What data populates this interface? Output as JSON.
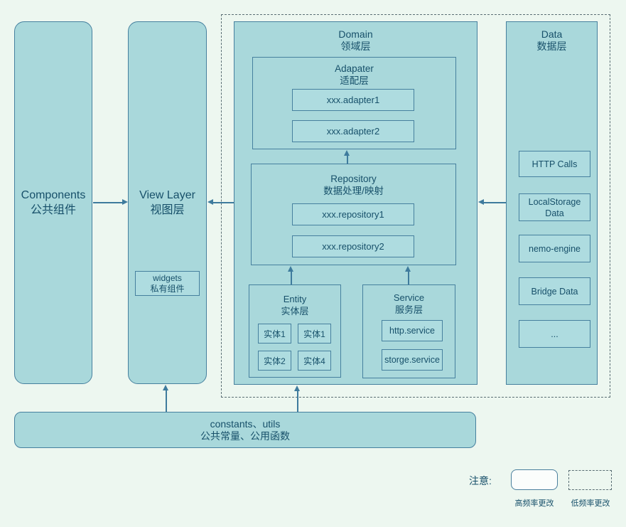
{
  "colors": {
    "background": "#edf7f0",
    "box_fill": "#a9d8db",
    "leaf_fill": "#aedce0",
    "border": "#46809e",
    "arrow": "#3e7b9d",
    "text": "#17506a",
    "dashed_border": "#5a6e74",
    "legend_solid_fill": "#fbfdfc"
  },
  "components": {
    "title": "Components",
    "subtitle": "公共组件"
  },
  "view_layer": {
    "title": "View Layer",
    "subtitle": "视图层",
    "widgets": {
      "title": "widgets",
      "subtitle": "私有组件"
    }
  },
  "domain": {
    "title": "Domain",
    "subtitle": "领域层",
    "adapater": {
      "title": "Adapater",
      "subtitle": "适配层",
      "items": [
        "xxx.adapter1",
        "xxx.adapter2"
      ]
    },
    "repository": {
      "title": "Repository",
      "subtitle": "数据处理/映射",
      "items": [
        "xxx.repository1",
        "xxx.repository2"
      ]
    },
    "entity": {
      "title": "Entity",
      "subtitle": "实体层",
      "items": [
        "实体1",
        "实体1",
        "实体2",
        "实体4"
      ]
    },
    "service": {
      "title": "Service",
      "subtitle": "服务层",
      "items": [
        "http.service",
        "storge.service"
      ]
    }
  },
  "data_layer": {
    "title": "Data",
    "subtitle": "数据层",
    "items": [
      "HTTP Calls",
      "LocalStorage Data",
      "nemo-engine",
      "Bridge Data",
      "..."
    ]
  },
  "constants_bar": {
    "title": "constants、utils",
    "subtitle": "公共常量、公用函数"
  },
  "legend": {
    "label": "注意:",
    "high_freq_label": "高频率更改",
    "low_freq_label": "低频率更改"
  }
}
